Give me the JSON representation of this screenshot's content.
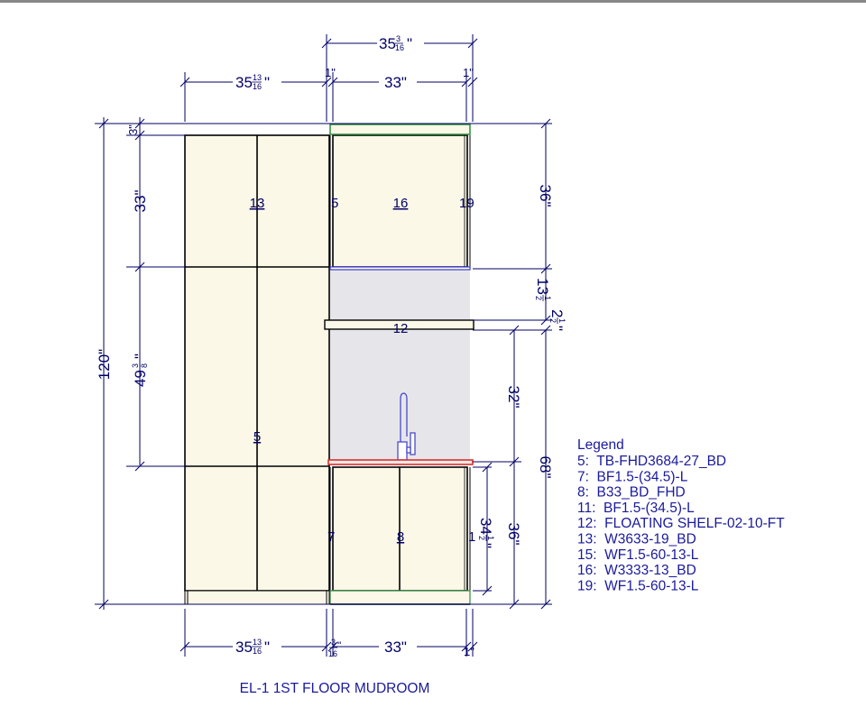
{
  "title": "EL-1 1ST FLOOR MUDROOM",
  "colors": {
    "dimension_line": "#000066",
    "cabinet_fill": "#fbf8e8",
    "backsplash_fill": "#e6e6ea",
    "countertop": "#d93030",
    "trim_green": "#2e8b3e",
    "legend_text": "#1a1a9c"
  },
  "dimensions": {
    "overall_width_top": {
      "whole": "35",
      "num": "3",
      "den": "16",
      "unit": "\""
    },
    "left_width_top": {
      "whole": "35",
      "num": "13",
      "den": "16",
      "unit": "\""
    },
    "filler_top_left": "1\"",
    "right_width_top": "33\"",
    "filler_top_right": "1\"",
    "top_gap": "3\"",
    "upper_height": "33\"",
    "middle_height": {
      "whole": "49",
      "num": "3",
      "den": "8",
      "unit": "\""
    },
    "overall_height": "120\"",
    "wall_cab_height": "36\"",
    "backsplash_upper": {
      "whole": "13",
      "num": "1",
      "den": "2",
      "unit": "\""
    },
    "shelf_thickness": {
      "whole": "2",
      "num": "1",
      "den": "2",
      "unit": "\""
    },
    "counter_gap": "32\"",
    "base_height_total": "68\"",
    "base_height": "36\"",
    "base_box_height": {
      "whole": "34",
      "num": "1",
      "den": "2",
      "unit": "\""
    },
    "left_width_bottom": {
      "whole": "35",
      "num": "13",
      "den": "16",
      "unit": "\""
    },
    "filler_bottom_left": {
      "whole": "",
      "num": "3",
      "den": "16",
      "unit": "\""
    },
    "right_width_bottom": "33\"",
    "filler_bottom_right": "1\""
  },
  "tags": {
    "tall_upper": "13",
    "tall_main": "5",
    "filler_upper_left": "5",
    "wall_cab": "16",
    "filler_upper_right": "19",
    "shelf": "12",
    "filler_base_left": "7",
    "base_cab": "8",
    "filler_base_right": "1"
  },
  "legend": {
    "title": "Legend",
    "items": [
      "5:  TB-FHD3684-27_BD",
      "7:  BF1.5-(34.5)-L",
      "8:  B33_BD_FHD",
      "11:  BF1.5-(34.5)-L",
      "12:  FLOATING SHELF-02-10-FT",
      "13:  W3633-19_BD",
      "15:  WF1.5-60-13-L",
      "16:  W3333-13_BD",
      "19:  WF1.5-60-13-L"
    ]
  }
}
